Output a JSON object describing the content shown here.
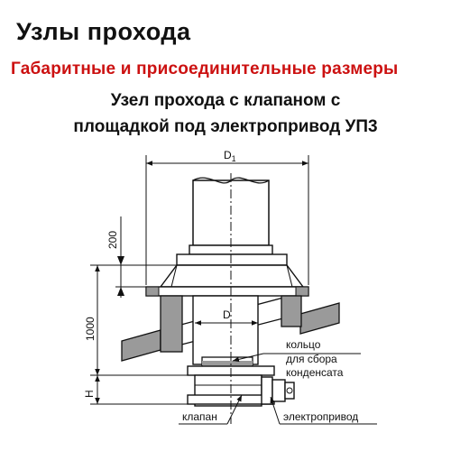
{
  "header": {
    "title": "Узлы прохода",
    "subtitle": "Габаритные и присоединительные размеры",
    "caption_line1": "Узел прохода с клапаном с",
    "caption_line2": "площадкой под электропривод УП3"
  },
  "diagram": {
    "dim_d1_main": "D",
    "dim_d1_sub": "1",
    "dim_d": "D",
    "dim_200": "200",
    "dim_1000": "1000",
    "dim_h": "H",
    "label_ring_1": "кольцо",
    "label_ring_2": "для сбора",
    "label_ring_3": "конденсата",
    "label_valve": "клапан",
    "label_drive": "электропривод"
  },
  "colors": {
    "title": "#111111",
    "subtitle": "#cc1111",
    "hatch": "#9a9a9a",
    "line": "#111111"
  }
}
